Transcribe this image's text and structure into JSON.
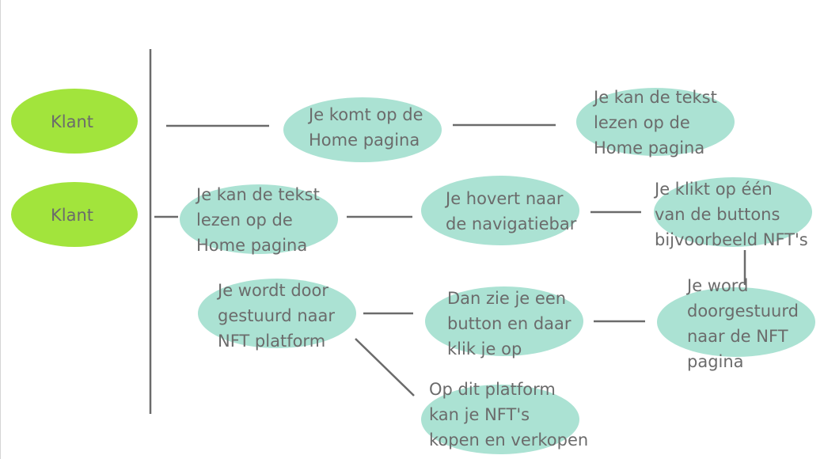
{
  "colors": {
    "actor_fill": "#a2e43c",
    "step_fill": "#abe2d3",
    "text": "#6b6b6b",
    "line": "#6b6b6b",
    "border": "#d4d4d4"
  },
  "actors": [
    {
      "label": "Klant"
    },
    {
      "label": "Klant"
    }
  ],
  "steps": [
    {
      "lines": [
        "Je komt op de",
        "Home pagina"
      ]
    },
    {
      "lines": [
        "Je kan de tekst",
        "lezen op de",
        "Home pagina"
      ]
    },
    {
      "lines": [
        "Je kan de tekst",
        "lezen op de",
        "Home pagina"
      ]
    },
    {
      "lines": [
        "Je hovert naar",
        "de navigatiebar"
      ]
    },
    {
      "lines": [
        "Je klikt op één",
        "van de buttons",
        "bijvoorbeeld NFT's"
      ]
    },
    {
      "lines": [
        "Je word",
        "doorgestuurd",
        "naar de NFT",
        "pagina"
      ]
    },
    {
      "lines": [
        "Dan zie je een",
        "button en daar",
        "klik je op"
      ]
    },
    {
      "lines": [
        "Je wordt door",
        "gestuurd naar",
        "NFT platform"
      ]
    },
    {
      "lines": [
        "Op dit platform",
        "kan je NFT's",
        "kopen en verkopen"
      ]
    }
  ]
}
